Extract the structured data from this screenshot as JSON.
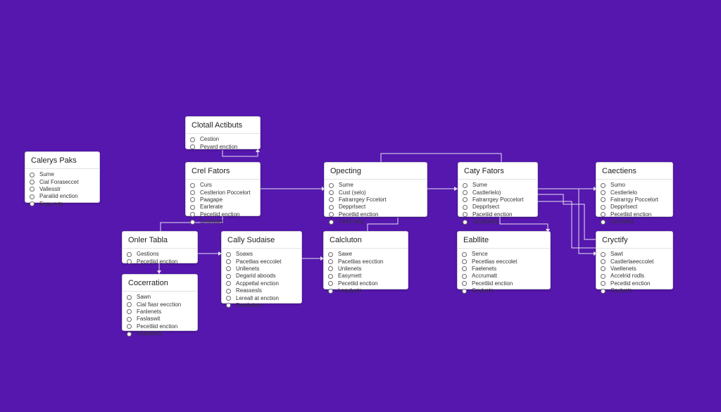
{
  "colors": {
    "background": "#5517ad",
    "node": "#ffffff",
    "wire": "#e6e0f5"
  },
  "nodes": [
    {
      "id": "calerys-paks",
      "title": "Calerys Paks",
      "rows": [
        "Sume",
        "Cial Foraseccet",
        "Vallesstr",
        "Paraliid enction",
        "Easy ruts"
      ]
    },
    {
      "id": "clotall-actibuts",
      "title": "Clotall Actibuts",
      "rows": [
        "Cestion",
        "Peyard enction"
      ]
    },
    {
      "id": "crel-fators",
      "title": "Crel Fators",
      "rows": [
        "Curs",
        "Cestlerion    Poccelort",
        "Paagape",
        "Earlerate",
        "Pecetiid enction",
        "Cealwaly"
      ]
    },
    {
      "id": "opecting",
      "title": "Opecting",
      "rows": [
        "Sume",
        "Cust (selo)",
        "Fatrarrgey  Fccelort",
        "Depprlsect",
        "Pecetlid enction",
        "Feed weiy"
      ]
    },
    {
      "id": "caty-fators",
      "title": "Caty Fators",
      "rows": [
        "Sume",
        "Castlerlelo)",
        "Fatrarrgey  Poccelort",
        "Depprlsect",
        "Pacetiid enction",
        "Caylywets"
      ]
    },
    {
      "id": "cadctions",
      "title": "Caectiens",
      "rows": [
        "Sumo",
        "Cestlerlelo",
        "Fatrarrgy  Poccelort",
        "Depprlsect",
        "Pecetliid enction",
        "Carylyets"
      ]
    },
    {
      "id": "onler-tabla",
      "title": "Onler Tabla",
      "rows": [
        "Gestions",
        "Pecetliid enction"
      ]
    },
    {
      "id": "cally-sudaise",
      "title": "Cally Sudaise",
      "rows": [
        "Soaws",
        "Pacetlias eeccolet",
        "Unllenets",
        "Degarid aboods",
        "Acppetlal enction",
        "Reassesls",
        "Lereall at enction",
        "Feadwiets"
      ]
    },
    {
      "id": "calcluton",
      "title": "Calcluton",
      "rows": [
        "Sawe",
        "Pacetlias eecction",
        "Unlienets",
        "Easymett",
        "Pecetlid enction",
        "Leaylyets"
      ]
    },
    {
      "id": "eabllite",
      "title": "Eabllite",
      "rows": [
        "Sence",
        "Pecetlias eeccolet",
        "Faelenets",
        "Accrumatt",
        "Pecetliid enction",
        "Caylyets"
      ]
    },
    {
      "id": "cryctify",
      "title": "Cryctify",
      "rows": [
        "Sawt",
        "Castlerlaeeccolet",
        "Vaellenets",
        "Accelrid rodls",
        "Pecetlid enction",
        "Caylyets"
      ]
    },
    {
      "id": "coceration",
      "title": "Cocerration",
      "rows": [
        "Sawn",
        "Cial fiasr eecction",
        "Fanlenets",
        "Faslaswit",
        "Pecetliid enction",
        "Feadwiets"
      ]
    }
  ]
}
